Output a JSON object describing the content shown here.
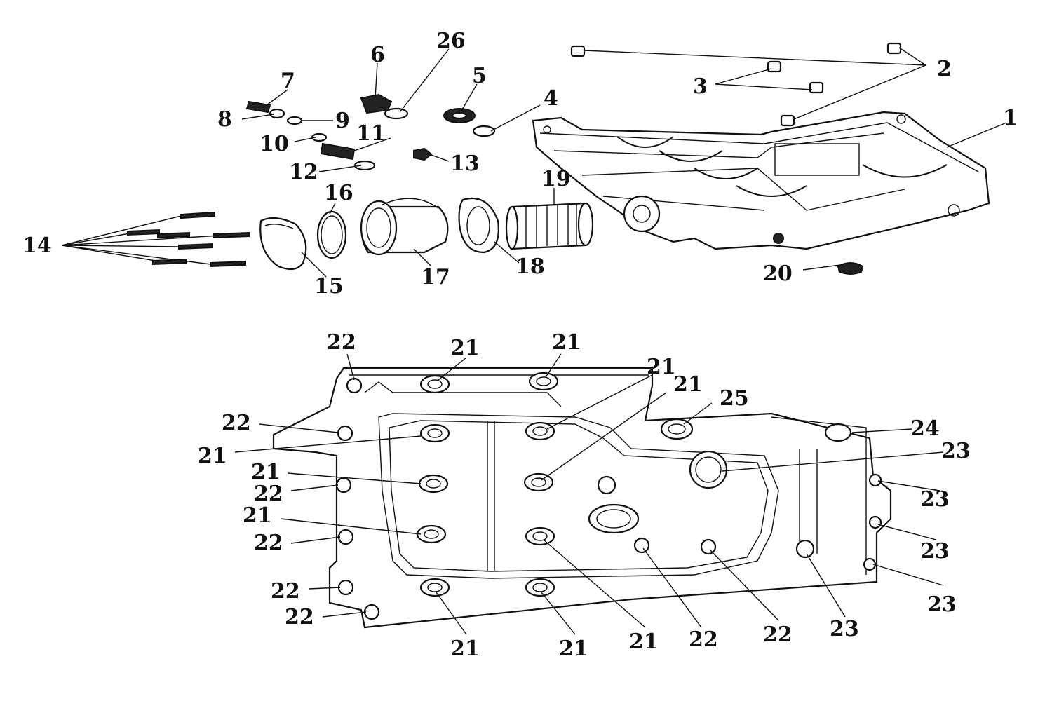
{
  "top_labels": {
    "l1": "1",
    "l2": "2",
    "l3": "3",
    "l4": "4",
    "l5": "5",
    "l6": "6",
    "l7": "7",
    "l8": "8",
    "l9": "9",
    "l10": "10",
    "l11": "11",
    "l12": "12",
    "l13": "13",
    "l14": "14",
    "l15": "15",
    "l16": "16",
    "l17": "17",
    "l18": "18",
    "l19": "19",
    "l20": "20",
    "l26": "26"
  },
  "bottom_labels": {
    "a": "22",
    "b": "21",
    "c": "21",
    "d": "21",
    "e": "21",
    "f": "25",
    "g": "22",
    "h": "24",
    "i": "21",
    "j": "23",
    "k": "21",
    "l": "22",
    "m": "23",
    "n": "21",
    "o": "22",
    "p": "23",
    "q": "22",
    "r": "23",
    "s": "22",
    "t": "21",
    "u": "21",
    "v": "21",
    "w": "22",
    "x": "22",
    "y": "23"
  }
}
